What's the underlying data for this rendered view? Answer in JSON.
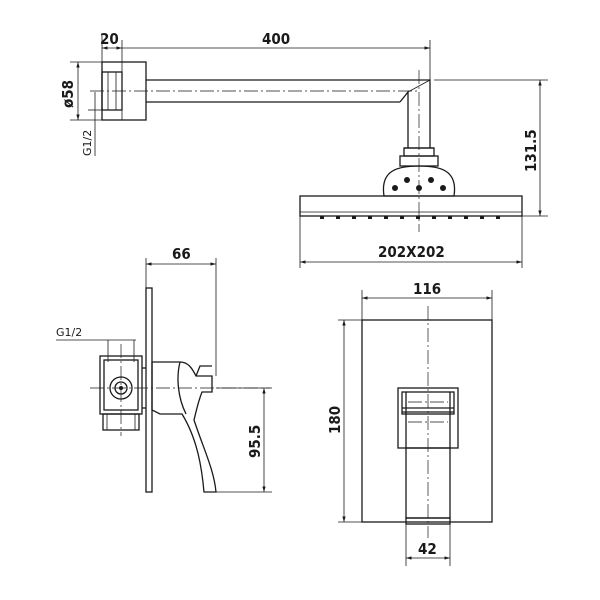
{
  "shower_arm": {
    "dim_flange_depth": "20",
    "dim_arm_length": "400",
    "dim_flange_dia": "ø58",
    "dim_thread": "G1/2"
  },
  "shower_head": {
    "dim_drop": "131.5",
    "dim_size": "202X202"
  },
  "mixer_side": {
    "dim_projection": "66",
    "dim_thread": "G1/2",
    "dim_handle_drop": "95.5"
  },
  "mixer_front": {
    "dim_plate_width": "116",
    "dim_plate_height": "180",
    "dim_handle_width": "42"
  }
}
